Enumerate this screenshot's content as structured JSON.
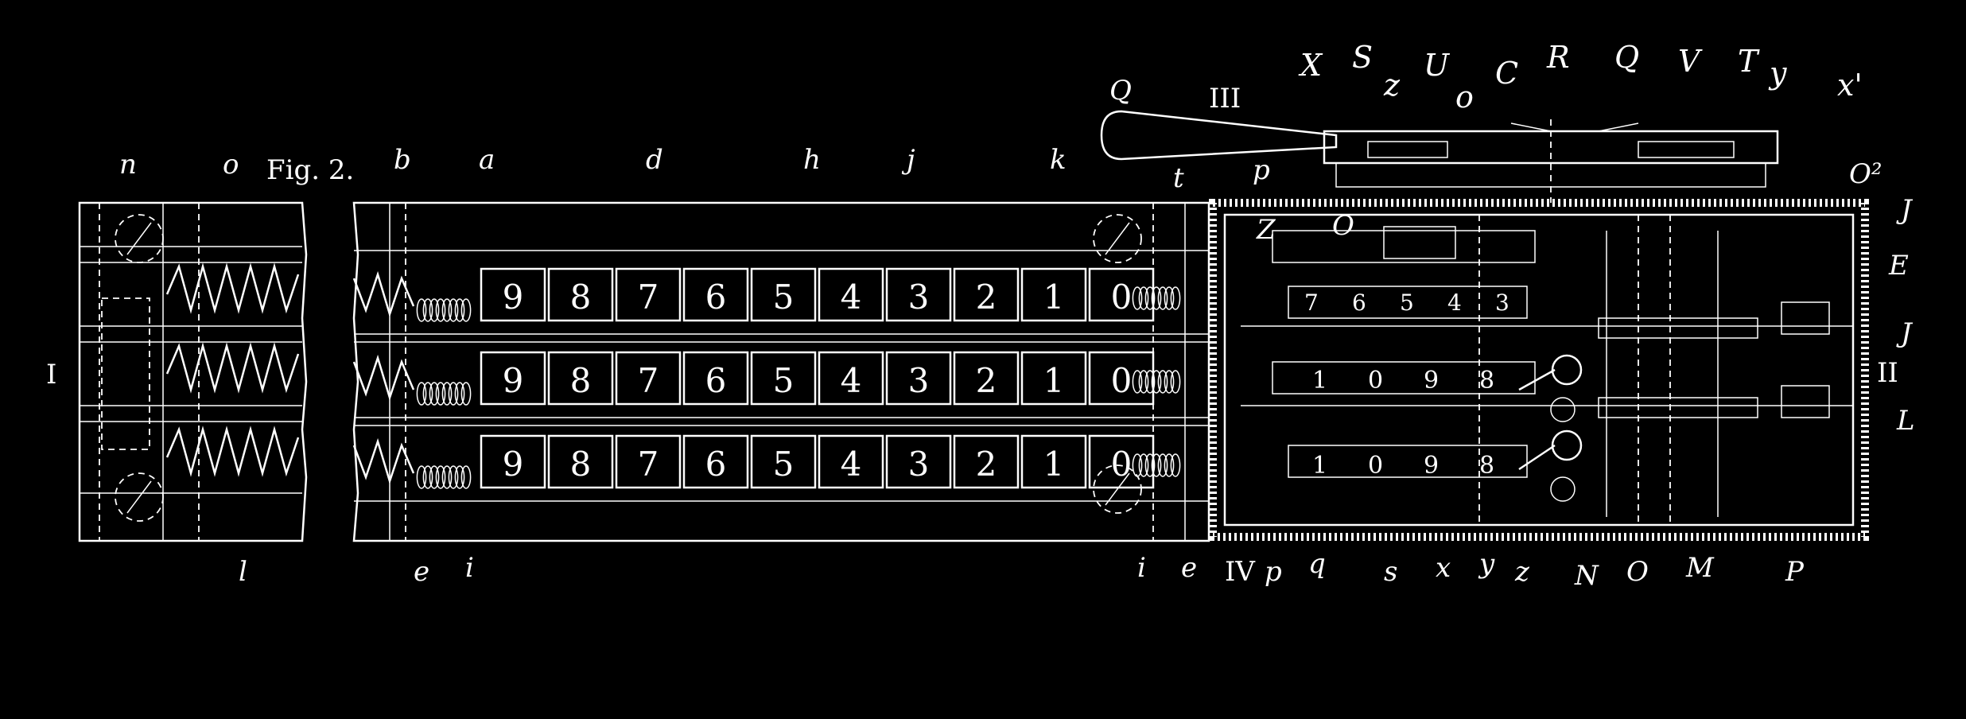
{
  "figure": {
    "title": "Fig. 2.",
    "roman_labels": [
      "I",
      "II",
      "III",
      "IV"
    ],
    "digits": [
      "9",
      "8",
      "7",
      "6",
      "5",
      "4",
      "3",
      "2",
      "1",
      "0"
    ],
    "inner_digits_top": [
      "7",
      "6",
      "5",
      "4",
      "3"
    ],
    "inner_digits_mid": [
      "1",
      "0",
      "9",
      "8"
    ],
    "inner_digits_bot": [
      "1",
      "0",
      "9",
      "8"
    ],
    "top_letters_left": [
      "n",
      "o",
      "b",
      "a",
      "d",
      "h",
      "j",
      "k"
    ],
    "top_letters_right": [
      "X",
      "S",
      "U",
      "z",
      "o",
      "C",
      "R",
      "Q",
      "V",
      "T",
      "y",
      "x'"
    ],
    "side_letters_right": [
      "O²",
      "J",
      "E",
      "J",
      "L"
    ],
    "inner_letters": [
      "t",
      "p",
      "Z",
      "O",
      "Q"
    ],
    "bottom_letters_left": [
      "l",
      "e",
      "i"
    ],
    "bottom_letters_right": [
      "i",
      "e",
      "p",
      "q",
      "s",
      "x",
      "y",
      "z",
      "N",
      "O",
      "M",
      "P"
    ]
  }
}
